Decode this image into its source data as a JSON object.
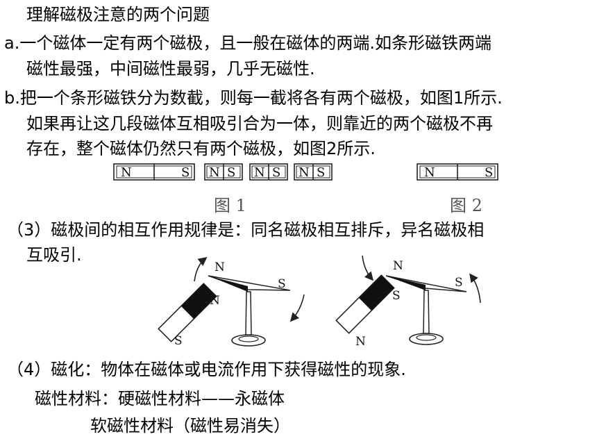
{
  "title": "理解磁极注意的两个问题",
  "point_a": {
    "line1": "a.一个磁体一定有两个磁极，且一般在磁体的两端.如条形磁铁两端",
    "line2": "磁性最强，中间磁性最弱，几乎无磁性."
  },
  "point_b": {
    "line1": "b.把一个条形磁铁分为数截，则每一截将各有两个磁极，如图1所示.",
    "line2": "如果再让这几段磁体互相吸引合为一体，则靠近的两个磁极不再",
    "line3": "存在，整个磁体仍然只有两个磁极，如图2所示."
  },
  "figure1": {
    "caption": "图 1",
    "long_magnet": {
      "north": "N",
      "south": "S"
    },
    "small_magnets": [
      {
        "north": "N",
        "south": "S"
      },
      {
        "north": "N",
        "south": "S"
      },
      {
        "north": "N",
        "south": "S"
      }
    ]
  },
  "figure2": {
    "caption": "图 2",
    "magnet": {
      "north": "N",
      "south": "S"
    }
  },
  "point_3": {
    "line1": "（3）磁极间的相互作用规律是：同名磁极相互排斥，异名磁极相",
    "line2": "互吸引."
  },
  "figure3": {
    "left": {
      "needle_tip": "N",
      "needle_tail": "S",
      "bar_top": "N",
      "bar_bottom": "S"
    },
    "right": {
      "needle_tip": "N",
      "needle_tail": "S",
      "bar_top": "S",
      "bar_bottom": "N"
    }
  },
  "point_4": {
    "line1": "（4）磁化：物体在磁体或电流作用下获得磁性的现象.",
    "line2": "磁性材料：硬磁性材料——永磁体",
    "line3": "软磁性材料（磁性易消失）"
  }
}
